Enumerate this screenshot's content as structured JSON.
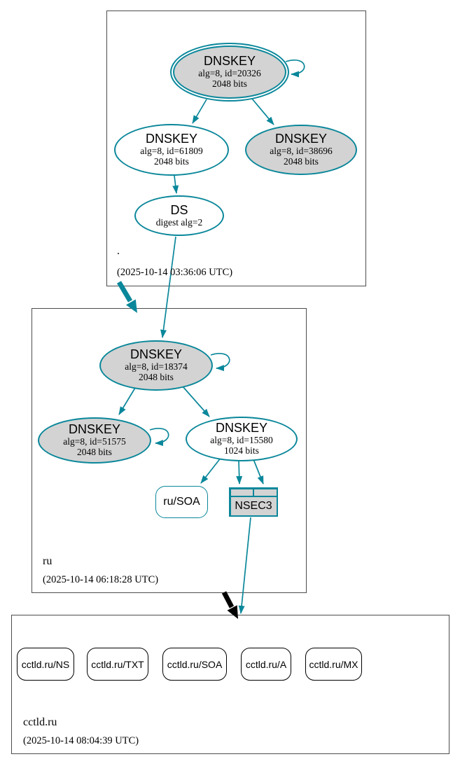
{
  "diagram": {
    "type": "dnssec-authentication-chain",
    "colors": {
      "secure_edge": "#0a879a",
      "node_fill": "#d3d3d3",
      "insecure_edge": "#000000",
      "cluster_border": "#4d4d4d",
      "background": "#ffffff"
    },
    "zones": [
      {
        "name": ".",
        "timestamp": "(2025-10-14 03:36:06 UTC)",
        "nodes": {
          "ksk": {
            "title": "DNSKEY",
            "alg": "alg=8, id=20326",
            "bits": "2048 bits"
          },
          "zsk": {
            "title": "DNSKEY",
            "alg": "alg=8, id=61809",
            "bits": "2048 bits"
          },
          "key3": {
            "title": "DNSKEY",
            "alg": "alg=8, id=38696",
            "bits": "2048 bits"
          },
          "ds": {
            "title": "DS",
            "detail": "digest alg=2"
          }
        }
      },
      {
        "name": "ru",
        "timestamp": "(2025-10-14 06:18:28 UTC)",
        "nodes": {
          "ksk": {
            "title": "DNSKEY",
            "alg": "alg=8, id=18374",
            "bits": "2048 bits"
          },
          "key2": {
            "title": "DNSKEY",
            "alg": "alg=8, id=51575",
            "bits": "2048 bits"
          },
          "zsk": {
            "title": "DNSKEY",
            "alg": "alg=8, id=15580",
            "bits": "1024 bits"
          },
          "soa": {
            "label": "ru/SOA"
          },
          "nsec3": {
            "label": "NSEC3"
          }
        }
      },
      {
        "name": "cctld.ru",
        "timestamp": "(2025-10-14 08:04:39 UTC)",
        "rrsets": [
          {
            "label": "cctld.ru/NS"
          },
          {
            "label": "cctld.ru/TXT"
          },
          {
            "label": "cctld.ru/SOA"
          },
          {
            "label": "cctld.ru/A"
          },
          {
            "label": "cctld.ru/MX"
          }
        ]
      }
    ]
  }
}
